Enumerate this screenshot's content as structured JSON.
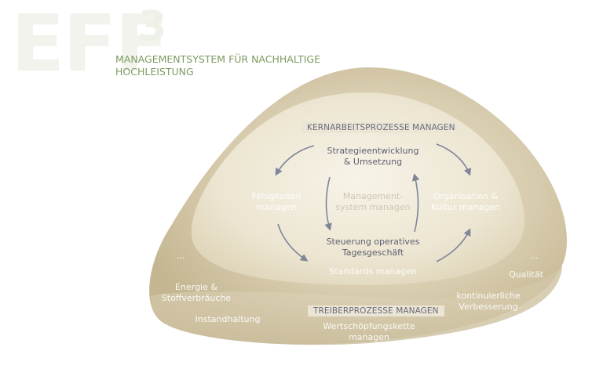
{
  "logo": {
    "main": "EFF",
    "sup": "3"
  },
  "subtitle": {
    "line1": "MANAGEMENTSYSTEM FÜR NACHHALTIGE",
    "line2": "HOCHLEISTUNG"
  },
  "top_badge": "KERNARBEITSPROZESSE MANAGEN",
  "bottom_badge": "TREIBERPROZESSE MANAGEN",
  "center": {
    "top_line1": "Strategieentwicklung",
    "top_line2": "& Umsetzung",
    "left_line1": "Fähigkeiten",
    "left_line2": "managen",
    "middle_line1": "Management-",
    "middle_line2": "system managen",
    "right_line1": "Organisation &",
    "right_line2": "Kultur managen",
    "bottom_line1": "Steuerung operatives",
    "bottom_line2": "Tagesgeschäft"
  },
  "outer": {
    "standards": "Standards managen",
    "ellipsis_left": "...",
    "ellipsis_right": "...",
    "energie_line1": "Energie &",
    "energie_line2": "Stoffverbräuche",
    "instandhaltung": "Instandhaltung",
    "wert_line1": "Wertschöpfungskette",
    "wert_line2": "managen",
    "kont_line1": "kontinuierliche",
    "kont_line2": "Verbesserung",
    "qualitaet": "Qualität"
  },
  "colors": {
    "outer": "#cfc3a5",
    "inner": "#efe9d8",
    "accent_green": "#7d9b61",
    "arrow": "#7f8599"
  }
}
